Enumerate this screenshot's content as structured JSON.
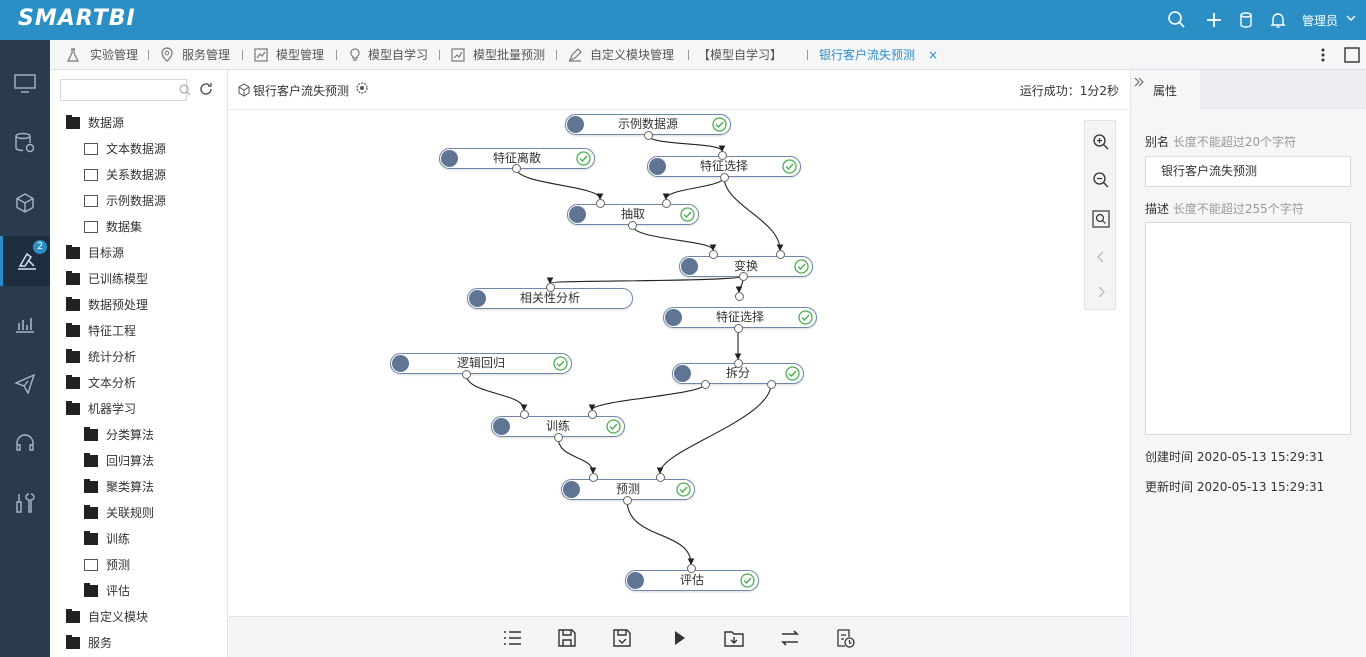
{
  "topbar": {
    "logo": "SMARTBI",
    "user": "管理员"
  },
  "leftnav": {
    "badge": "2"
  },
  "tabs": [
    "实验管理",
    "服务管理",
    "模型管理",
    "模型自学习",
    "模型批量预测",
    "自定义模块管理",
    "【模型自学习】",
    "银行客户流失预测"
  ],
  "tree": {
    "items": [
      "数据源",
      "文本数据源",
      "关系数据源",
      "示例数据源",
      "数据集",
      "目标源",
      "已训练模型",
      "数据预处理",
      "特征工程",
      "统计分析",
      "文本分析",
      "机器学习",
      "分类算法",
      "回归算法",
      "聚类算法",
      "关联规则",
      "训练",
      "预测",
      "评估",
      "自定义模块",
      "服务"
    ]
  },
  "canvas": {
    "title": "银行客户流失预测",
    "status": "运行成功：1分2秒",
    "nodes": [
      "示例数据源",
      "特征离散",
      "特征选择",
      "抽取",
      "变换",
      "相关性分析",
      "特征选择",
      "逻辑回归",
      "拆分",
      "训练",
      "预测",
      "评估"
    ]
  },
  "props": {
    "tab": "属性",
    "alias_label": "别名",
    "alias_hint": "长度不能超过20个字符",
    "alias_value": "银行客户流失预测",
    "desc_label": "描述",
    "desc_hint": "长度不能超过255个字符",
    "created": "创建时间 2020-05-13 15:29:31",
    "updated": "更新时间 2020-05-13 15:29:31"
  },
  "colors": {
    "primary": "#2b8fc6",
    "nav": "#2a3b4f",
    "success": "#4caf50"
  }
}
